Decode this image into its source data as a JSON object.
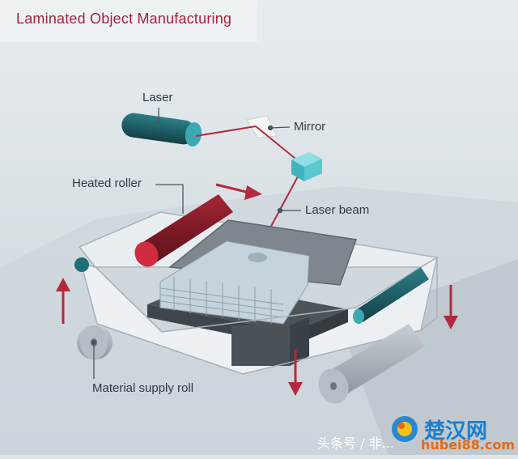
{
  "title": "Laminated Object Manufacturing",
  "labels": {
    "laser": "Laser",
    "mirror": "Mirror",
    "heated_roller": "Heated roller",
    "laser_beam": "Laser beam",
    "material_supply_roll": "Material supply roll"
  },
  "watermark": {
    "caption": "头条号 / 非...",
    "brand": "楚汉网",
    "url": "hubei88.com"
  },
  "colors": {
    "title": "#a8223c",
    "laser_body": "#1f5f67",
    "laser_beam": "#b32a3e",
    "roller": "#8c1d2c",
    "arrow": "#b32a3e",
    "mirror_cube": "#5cc7cf",
    "background": "#dfe6ea"
  }
}
